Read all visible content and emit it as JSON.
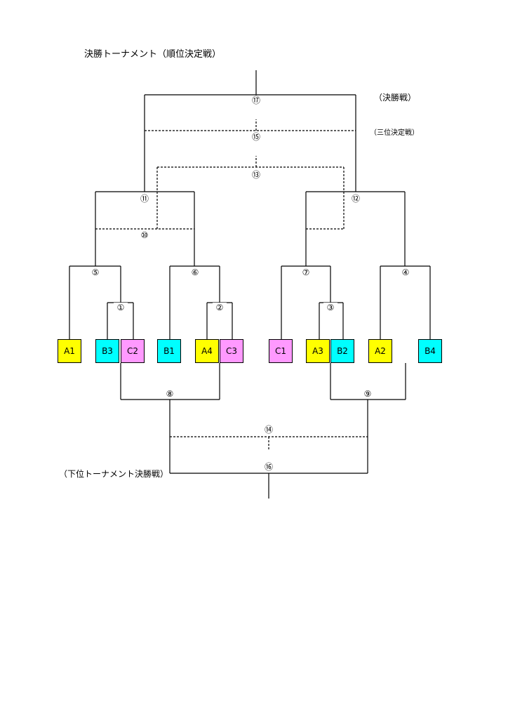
{
  "title": "決勝トーナメント（順位決定戦）",
  "labels": {
    "final": "（決勝戦）",
    "third_place": "（三位決定戦）",
    "lower_final": "（下位トーナメント決勝戦）"
  },
  "colors": {
    "yellow": "#ffff00",
    "cyan": "#00ffff",
    "pink": "#ff99ff",
    "line": "#000000"
  },
  "teams": [
    {
      "id": "A1",
      "label": "A1",
      "color": "#ffff00"
    },
    {
      "id": "B3",
      "label": "B3",
      "color": "#00ffff"
    },
    {
      "id": "C2",
      "label": "C2",
      "color": "#ff99ff"
    },
    {
      "id": "B1",
      "label": "B1",
      "color": "#00ffff"
    },
    {
      "id": "A4",
      "label": "A4",
      "color": "#ffff00"
    },
    {
      "id": "C3",
      "label": "C3",
      "color": "#ff99ff"
    },
    {
      "id": "C1",
      "label": "C1",
      "color": "#ff99ff"
    },
    {
      "id": "A3",
      "label": "A3",
      "color": "#ffff00"
    },
    {
      "id": "B2",
      "label": "B2",
      "color": "#00ffff"
    },
    {
      "id": "A2",
      "label": "A2",
      "color": "#ffff00"
    },
    {
      "id": "B4",
      "label": "B4",
      "color": "#00ffff"
    }
  ],
  "matches": [
    {
      "id": "m1",
      "label": "①"
    },
    {
      "id": "m2",
      "label": "②"
    },
    {
      "id": "m3",
      "label": "③"
    },
    {
      "id": "m4",
      "label": "④"
    },
    {
      "id": "m5",
      "label": "⑤"
    },
    {
      "id": "m6",
      "label": "⑥"
    },
    {
      "id": "m7",
      "label": "⑦"
    },
    {
      "id": "m8",
      "label": "⑧"
    },
    {
      "id": "m9",
      "label": "⑨"
    },
    {
      "id": "m10",
      "label": "⑩"
    },
    {
      "id": "m11",
      "label": "⑪"
    },
    {
      "id": "m12",
      "label": "⑫"
    },
    {
      "id": "m13",
      "label": "⑬"
    },
    {
      "id": "m14",
      "label": "⑭"
    },
    {
      "id": "m15",
      "label": "⑮"
    },
    {
      "id": "m16",
      "label": "⑯"
    },
    {
      "id": "m17",
      "label": "⑰"
    }
  ]
}
